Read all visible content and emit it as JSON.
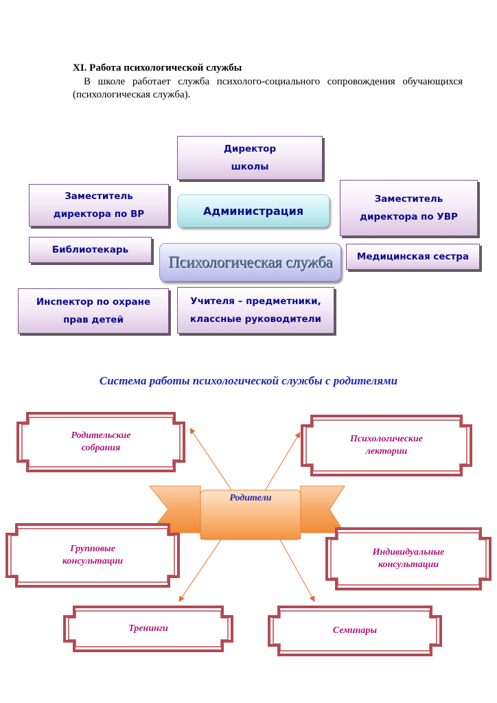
{
  "section": {
    "heading": "XI. Работа психологической службы",
    "paragraph": "В школе работает служба психолого-социального сопровождения обучающихся (психологическая служба)."
  },
  "org_chart": {
    "director_line1": "Директор",
    "director_line2": "школы",
    "deputy_vr_line1": "Заместитель",
    "deputy_vr_line2": "директора по ВР",
    "administration": "Администрация",
    "deputy_uvr_line1": "Заместитель",
    "deputy_uvr_line2": "директора по УВР",
    "librarian": "Библиотекарь",
    "psych_service": "Психологическая служба",
    "nurse": "Медицинская сестра",
    "inspector_line1": "Инспектор по охране",
    "inspector_line2": "прав детей",
    "teachers_line1": "Учителя – предметники,",
    "teachers_line2": "классные руководители"
  },
  "parents_section": {
    "title": "Система работы психологической службы с родителями",
    "center": "Родители",
    "meetings_line1": "Родительские",
    "meetings_line2": "собрания",
    "lectures_line1": "Психологические",
    "lectures_line2": "лектории",
    "group_line1": "Групповые",
    "group_line2": "консультации",
    "individual_line1": "Индивидуальные",
    "individual_line2": "консультации",
    "trainings": "Тренинги",
    "seminars": "Семинары"
  },
  "colors": {
    "box_text": "#0a0a8c",
    "frame_text": "#b0157a",
    "frame_border": "#b24a52",
    "banner_orange": "#f7a863",
    "title_blue": "#1a29b0"
  }
}
